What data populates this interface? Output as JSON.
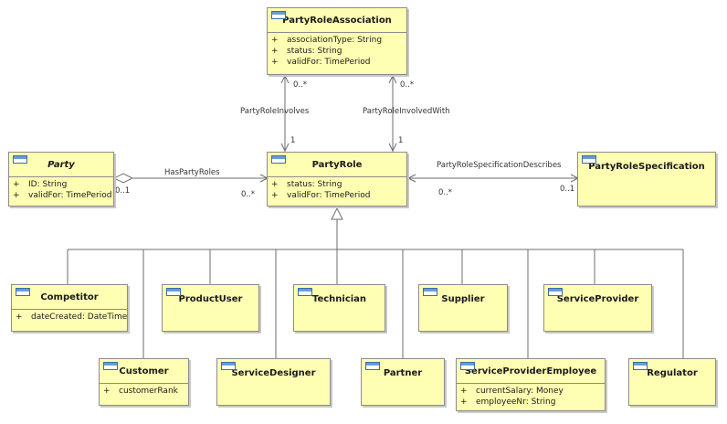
{
  "classes": {
    "party_role_association": {
      "name": "PartyRoleAssociation",
      "attributes": [
        {
          "vis": "+",
          "text": "associationType: String"
        },
        {
          "vis": "+",
          "text": "status: String"
        },
        {
          "vis": "+",
          "text": "validFor: TimePeriod"
        }
      ]
    },
    "party": {
      "name": "Party",
      "attributes": [
        {
          "vis": "+",
          "text": "ID: String"
        },
        {
          "vis": "+",
          "text": "validFor: TimePeriod"
        }
      ]
    },
    "party_role": {
      "name": "PartyRole",
      "attributes": [
        {
          "vis": "+",
          "text": "status: String"
        },
        {
          "vis": "+",
          "text": "validFor: TimePeriod"
        }
      ]
    },
    "party_role_specification": {
      "name": "PartyRoleSpecification"
    },
    "competitor": {
      "name": "Competitor",
      "attributes": [
        {
          "vis": "+",
          "text": "dateCreated: DateTime"
        }
      ]
    },
    "product_user": {
      "name": "ProductUser"
    },
    "technician": {
      "name": "Technician"
    },
    "supplier": {
      "name": "Supplier"
    },
    "service_provider": {
      "name": "ServiceProvider"
    },
    "customer": {
      "name": "Customer",
      "attributes": [
        {
          "vis": "+",
          "text": "customerRank"
        }
      ]
    },
    "service_designer": {
      "name": "ServiceDesigner"
    },
    "partner": {
      "name": "Partner"
    },
    "service_provider_employee": {
      "name": "ServiceProviderEmployee",
      "attributes": [
        {
          "vis": "+",
          "text": "currentSalary: Money"
        },
        {
          "vis": "+",
          "text": "employeeNr: String"
        }
      ]
    },
    "regulator": {
      "name": "Regulator"
    }
  },
  "associations": {
    "party_role_involves": {
      "name": "PartyRoleInvolves",
      "mult_top": "0..*",
      "mult_bottom": "1"
    },
    "party_role_involved_with": {
      "name": "PartyRoleInvolvedWith",
      "mult_top": "0..*",
      "mult_bottom": "1"
    },
    "has_party_roles": {
      "name": "HasPartyRoles",
      "mult_left": "0..1",
      "mult_right": "0..*"
    },
    "party_role_specification_describes": {
      "name": "PartyRoleSpecificationDescribes",
      "mult_left": "0..*",
      "mult_right": "0..1"
    }
  }
}
